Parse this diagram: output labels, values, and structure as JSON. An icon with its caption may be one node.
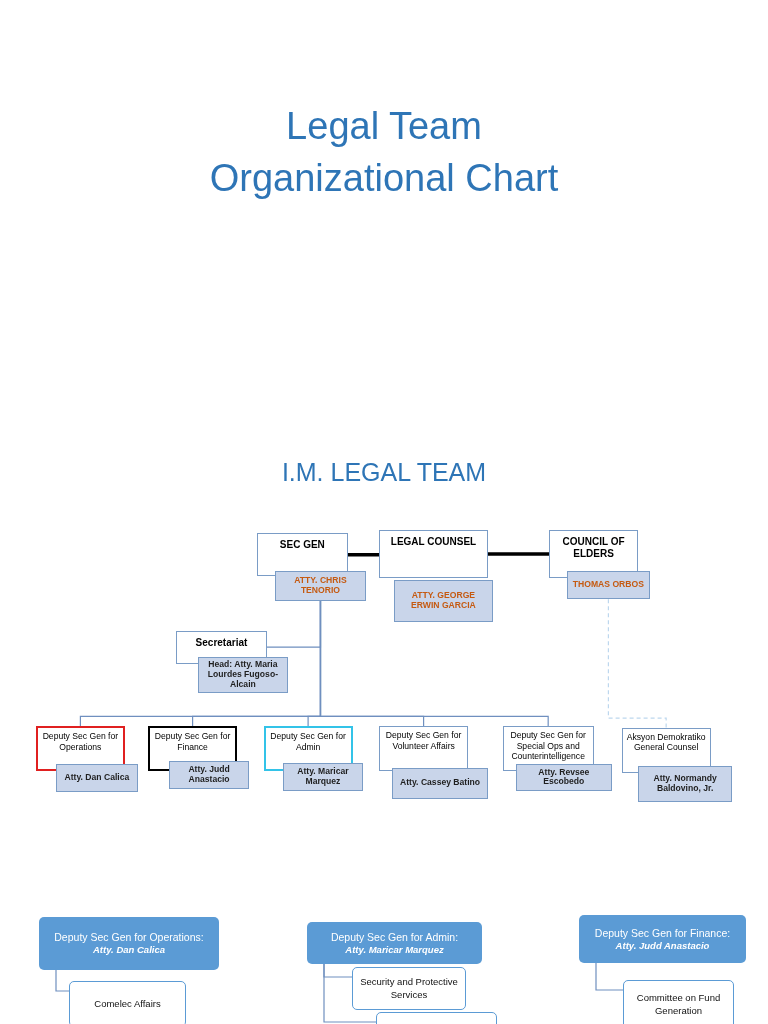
{
  "diagram": {
    "title": "Legal Team Organizational Chart",
    "nodes": [
      {
        "text": [
          "SEC GEN",
          "ATTY. CHRIS TENORIO"
        ]
      },
      {
        "text": [
          "LEGAL COUNSEL",
          "ATTY. GEORGE ERWIN GARCIA"
        ]
      },
      {
        "text": [
          "COUNCIL OF ELDERS",
          "THOMAS ORBOS"
        ]
      },
      {
        "text": [
          "Secretariat",
          "Head: Atty. Maria Lourdes Fugoso-Alcain"
        ]
      },
      {
        "text": [
          "Deputy Sec Gen for Operations",
          "Atty. Dan Calica"
        ]
      },
      {
        "text": [
          "Deputy Sec Gen for Finance",
          "Atty. Judd Anastacio"
        ]
      },
      {
        "text": [
          "Deputy Sec Gen for Admin",
          "Atty. Maricar Marquez"
        ]
      },
      {
        "text": [
          "Deputy Sec Gen for Volunteer Affairs",
          "Atty. Cassey Batino"
        ]
      },
      {
        "text": [
          "Deputy Sec Gen for Special Ops and Counterintelligence",
          "Atty. Revsee Escobedo"
        ]
      },
      {
        "text": [
          "Aksyon Demokratiko General Counsel",
          "Atty. Normandy Baldovino, Jr."
        ]
      },
      {
        "text": [
          "Deputy Sec Gen for Operations:",
          "Atty. Dan Calica"
        ]
      },
      {
        "text": [
          "Comelec Affairs"
        ]
      },
      {
        "text": [
          "Deputy Sec Gen for Admin:",
          "Atty. Maricar Marquez"
        ]
      },
      {
        "text": [
          "Security and Protective Services"
        ]
      },
      {
        "text": [],
        "shape": "box"
      },
      {
        "text": [
          "Deputy Sec Gen for Finance:",
          "Atty. Judd Anastacio"
        ]
      },
      {
        "text": [
          "Committee on Fund Generation"
        ]
      }
    ],
    "edges": [
      {
        "from": 0,
        "to": 1,
        "arrow": "none",
        "style": "thick",
        "color": "#000000"
      },
      {
        "from": 1,
        "to": 2,
        "arrow": "none",
        "style": "thick",
        "color": "#000000"
      },
      {
        "from": 0,
        "to": 3,
        "arrow": "none"
      },
      {
        "from": 0,
        "to": 4,
        "arrow": "none"
      },
      {
        "from": 0,
        "to": 5,
        "arrow": "none"
      },
      {
        "from": 0,
        "to": 6,
        "arrow": "none"
      },
      {
        "from": 0,
        "to": 7,
        "arrow": "none"
      },
      {
        "from": 0,
        "to": 8,
        "arrow": "none"
      },
      {
        "from": 2,
        "to": 9,
        "arrow": "none",
        "style": "dashed",
        "color": "#bdd7ee"
      },
      {
        "from": 10,
        "to": 11,
        "arrow": "none"
      },
      {
        "from": 12,
        "to": 13,
        "arrow": "none"
      },
      {
        "from": 12,
        "to": 14,
        "arrow": "none"
      },
      {
        "from": 15,
        "to": 16,
        "arrow": "none"
      }
    ],
    "labels": [
      "I.M. LEGAL TEAM"
    ]
  }
}
